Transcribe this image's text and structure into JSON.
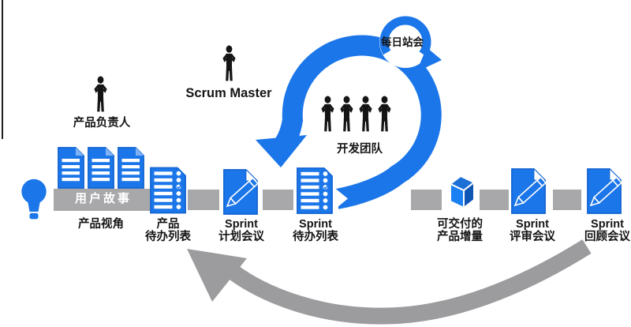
{
  "diagram": {
    "type": "scrum-process-flow",
    "background": "#ffffff"
  },
  "colors": {
    "blue": "#1b76e9",
    "blue_dark": "#0e5ecc",
    "blue_deep": "#0f55b4",
    "blue_front": "#1b80f2",
    "blue_top": "#1d6fd8",
    "gray": "#a8a8aa",
    "arrow_gray": "#9c9c9e",
    "text": "#141414",
    "fold": "#7fb1f3"
  },
  "actors": {
    "product_owner": "产品负责人",
    "scrum_master": "Scrum Master",
    "dev_team": "开发团队",
    "daily_standup": "每日站会"
  },
  "artifacts": {
    "user_stories": "用户故事"
  },
  "steps": [
    {
      "line1": "产品视角",
      "line2": ""
    },
    {
      "line1": "产品",
      "line2": "待办列表"
    },
    {
      "line1": "Sprint",
      "line2": "计划会议"
    },
    {
      "line1": "Sprint",
      "line2": "待办列表"
    },
    {
      "line1": "可交付的",
      "line2": "产品增量"
    },
    {
      "line1": "Sprint",
      "line2": "评审会议"
    },
    {
      "line1": "Sprint",
      "line2": "回顾会议"
    }
  ],
  "icons": {
    "lightbulb": "idea-lightbulb-icon",
    "documents": "user-story-documents-icon",
    "product_backlog": "checklist-icon",
    "sprint_planning": "document-pencil-icon",
    "sprint_backlog": "checklist-icon",
    "increment": "cube-icon",
    "sprint_review": "document-pencil-icon",
    "sprint_retro": "document-pencil-icon",
    "sprint_loop": "circular-arrow-icon",
    "daily_loop": "small-circular-arrow-icon",
    "feedback": "curved-back-arrow-icon",
    "people": "person-silhouette-icon"
  }
}
